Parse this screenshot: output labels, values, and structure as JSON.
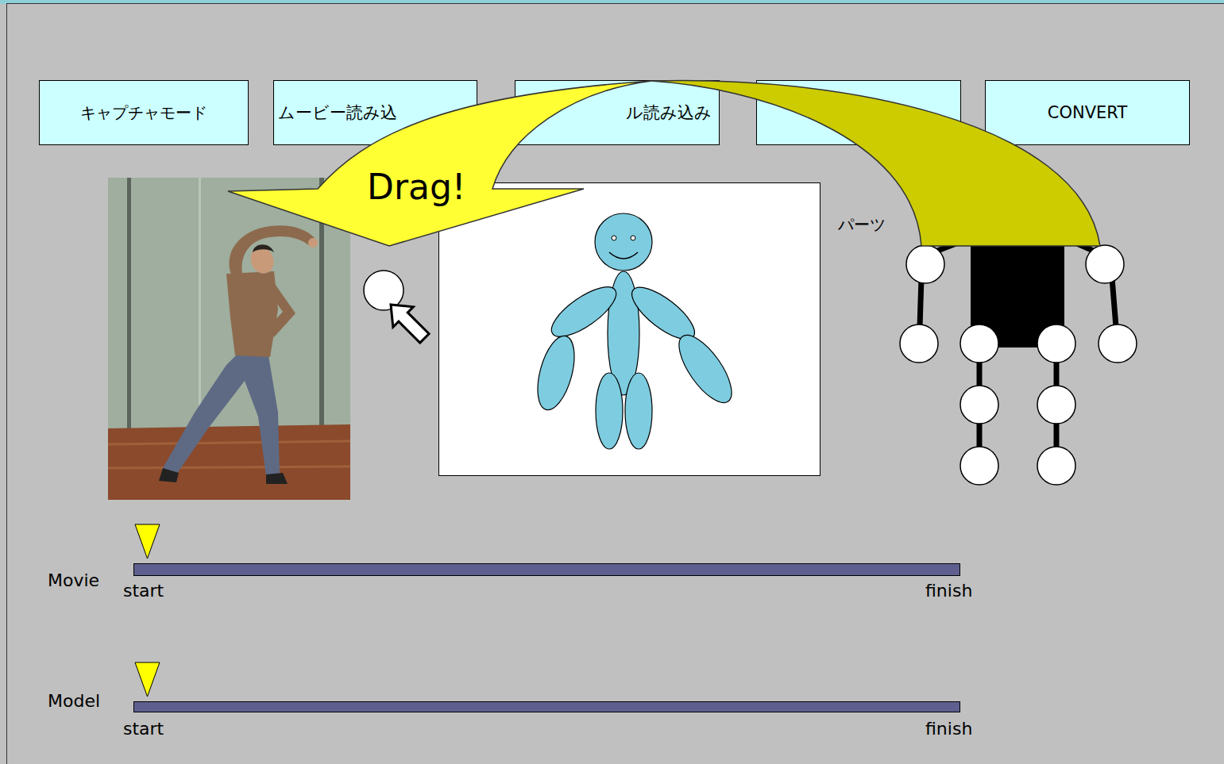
{
  "diagram": {
    "nodes": [
      {
        "text": [
          "キャプチャモード"
        ]
      },
      {
        "text": [
          "ムービー読み込"
        ]
      },
      {
        "text": [
          "ル読み込み"
        ]
      },
      {
        "text": [
          "CONVERT"
        ]
      }
    ],
    "labels": [
      "Drag!",
      "パーツ",
      "Movie",
      "start",
      "finish",
      "Model",
      "start",
      "finish"
    ]
  }
}
